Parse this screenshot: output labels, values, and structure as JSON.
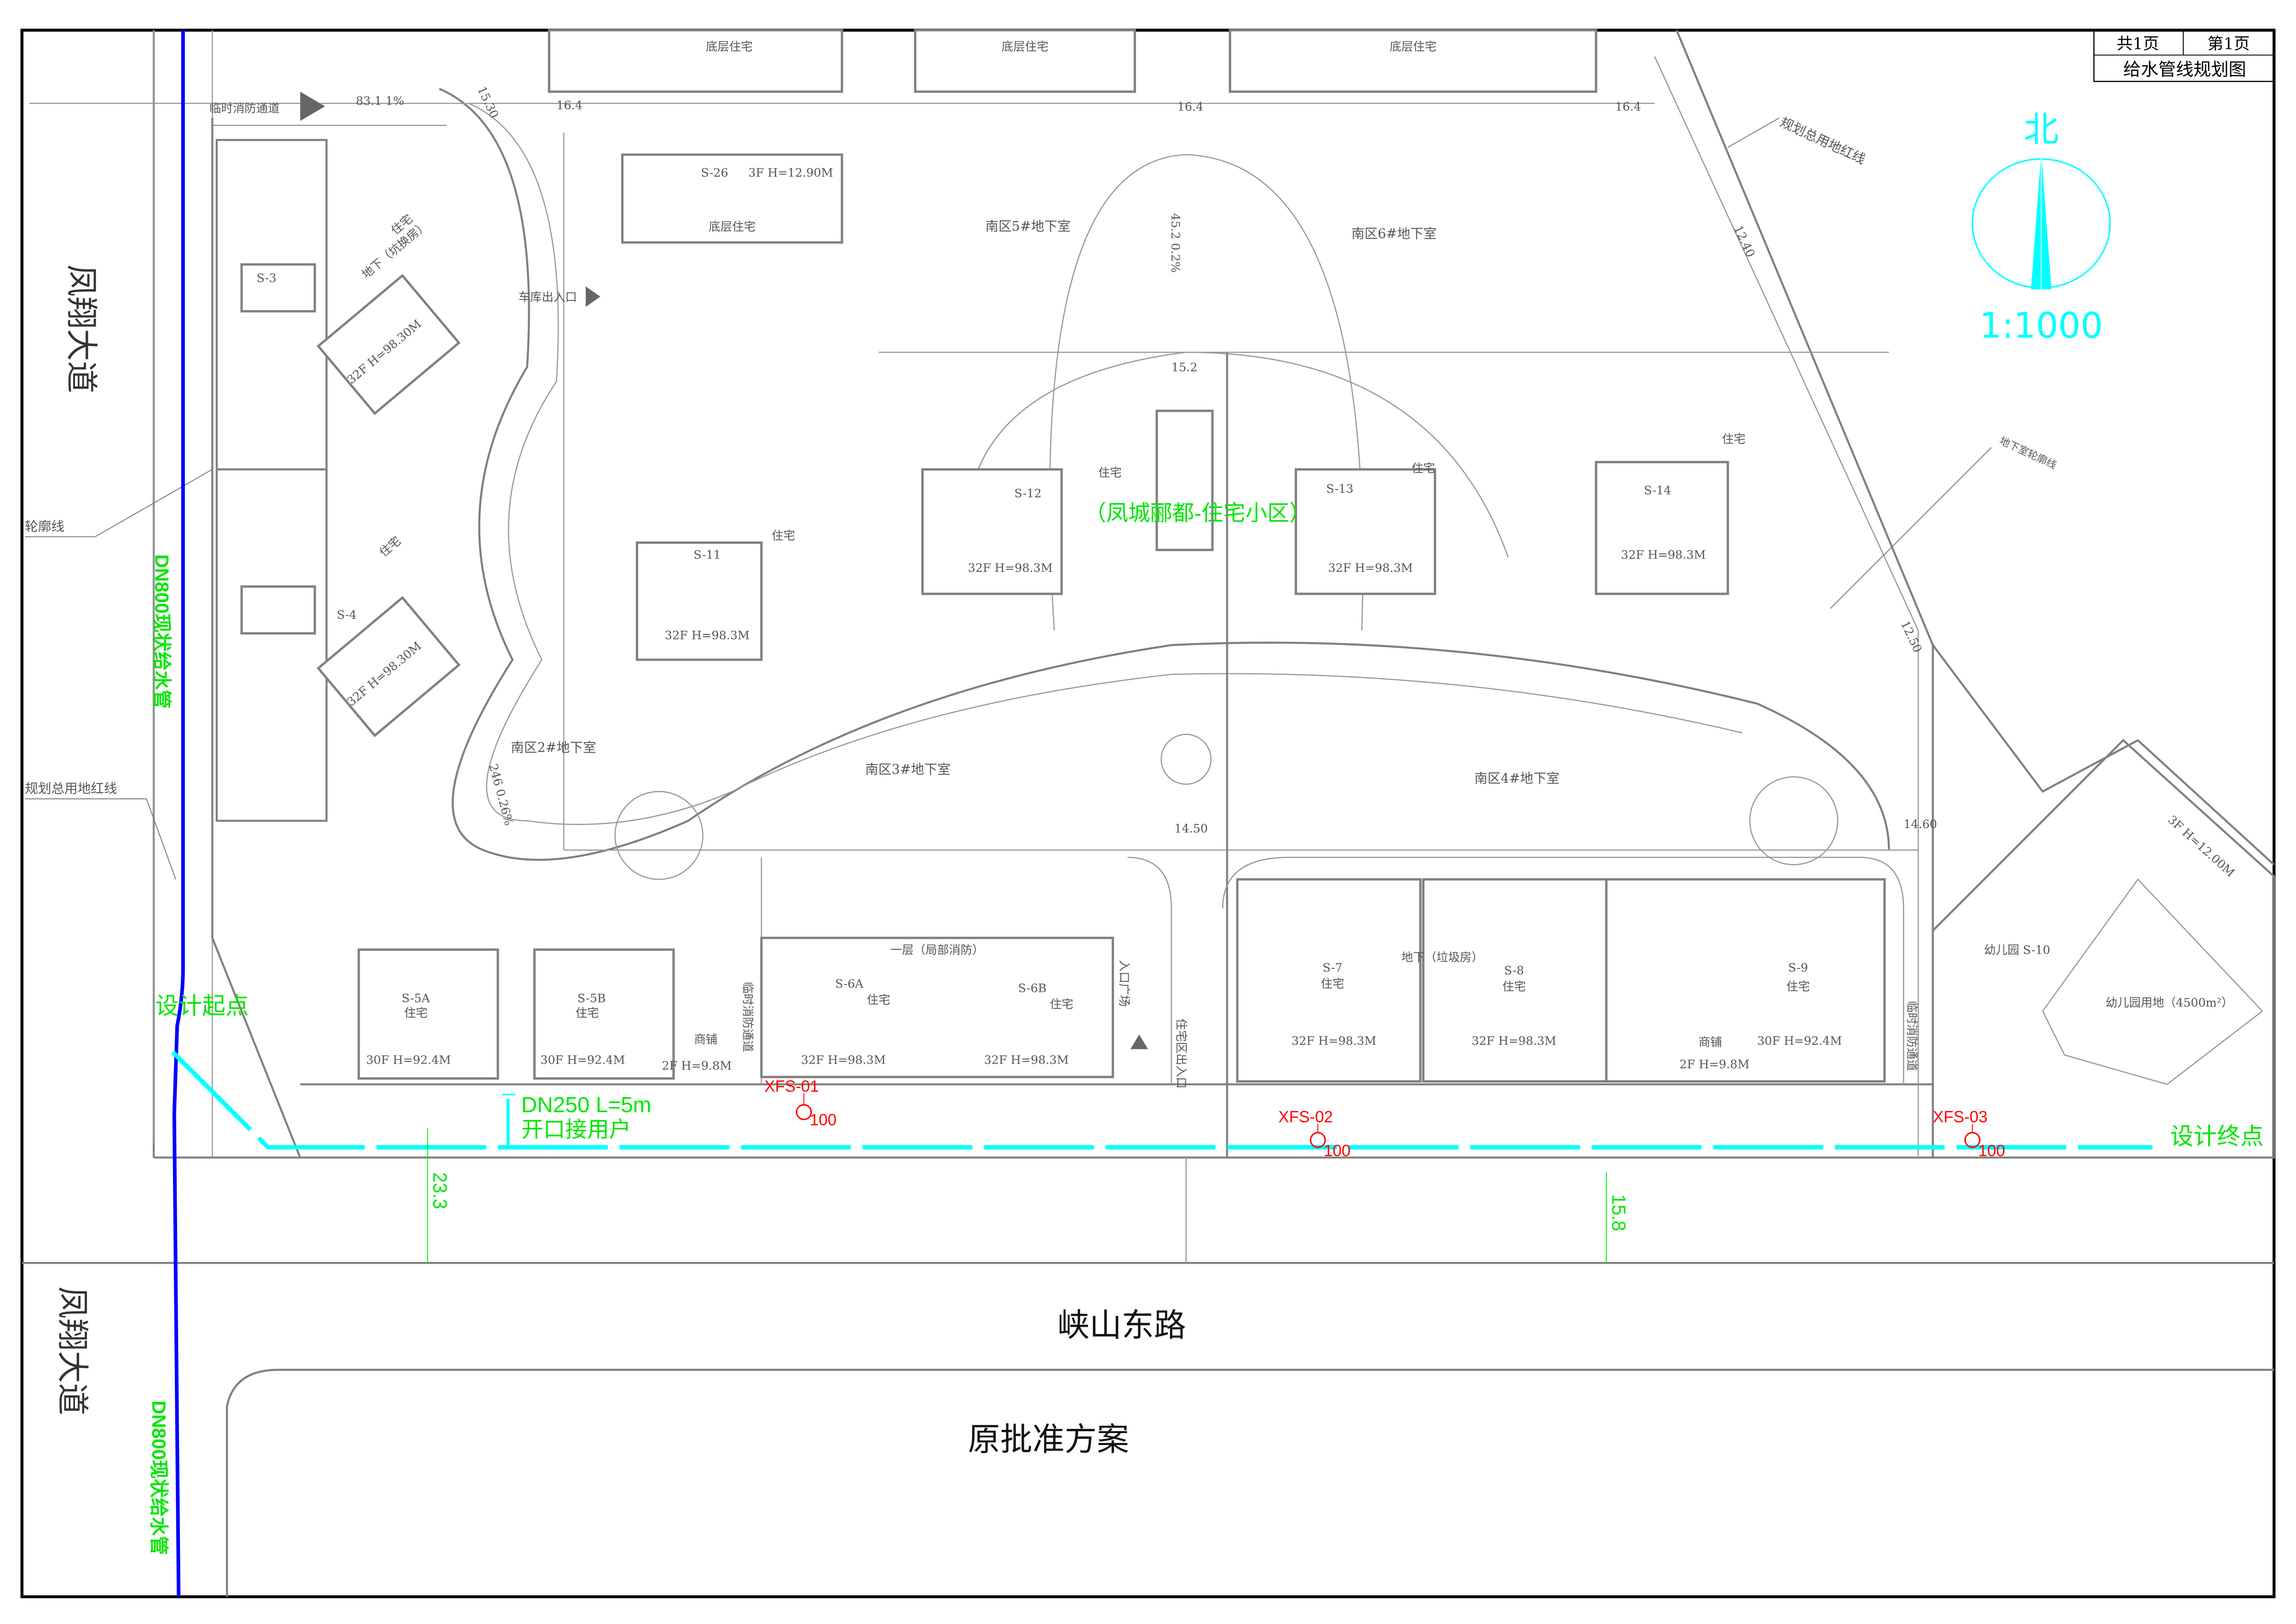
{
  "title_block": {
    "total_pages": "共1页",
    "page": "第1页",
    "drawing_title": "给水管线规划图"
  },
  "north": {
    "label": "北",
    "scale": "1:1000"
  },
  "colors": {
    "existing_main": "#0000ff",
    "design_pipe": "#00ffff",
    "hydrant": "#ff0000",
    "annotation": "#00e600",
    "base": "#808080"
  },
  "roads": {
    "west_top": "凤翔大道",
    "west_bottom": "凤翔大道",
    "south": "峡山东路"
  },
  "approved_plan_label": "原批准方案",
  "lines": {
    "red_line_left": "规划总用地红线",
    "red_line_right": "规划总用地红线",
    "outline": "轮廓线",
    "basement_outline": "地下室轮廓线"
  },
  "pipe": {
    "existing_main_top": "DN800现状给水管",
    "existing_main_bottom": "DN800现状给水管",
    "start": "设计起点",
    "end": "设计终点",
    "branch_size": "DN250 L=5m",
    "branch_note": "开口接用户",
    "dim_left": "23.3",
    "dim_right": "15.8"
  },
  "hydrants": [
    {
      "id": "XFS-01",
      "size": "100"
    },
    {
      "id": "XFS-02",
      "size": "100"
    },
    {
      "id": "XFS-03",
      "size": "100"
    }
  ],
  "community_name": "（凤城郦都-住宅小区）",
  "basements": [
    "南区2#地下室",
    "南区3#地下室",
    "南区4#地下室",
    "南区5#地下室",
    "南区6#地下室"
  ],
  "buildings": {
    "s3": "S-3",
    "s3_use": "住宅",
    "s3_under": "地下（坑换房）",
    "s3_h": "32F H=98.30M",
    "s4": "S-4",
    "s4_use": "住宅",
    "s4_h": "32F H=98.30M",
    "s5a": "S-5A",
    "s5a_use": "住宅",
    "s5a_h": "30F H=92.4M",
    "s5b": "S-5B",
    "s5b_use": "住宅",
    "s5b_h": "30F H=92.4M",
    "shop1": "商铺",
    "shop1_h": "2F H=9.8M",
    "s6a": "S-6A",
    "s6a_use": "住宅",
    "s6a_h": "32F H=98.3M",
    "s6b": "S-6B",
    "s6b_use": "住宅",
    "s6b_h": "32F H=98.3M",
    "s6_ground": "一层（局部消防）",
    "s7": "S-7",
    "s7_use": "住宅",
    "s7_h": "32F H=98.3M",
    "s8": "S-8",
    "s8_use": "住宅",
    "s8_h": "32F H=98.3M",
    "s8_under": "地下（垃圾房）",
    "s9": "S-9",
    "s9_use": "住宅",
    "s9_h": "30F H=92.4M",
    "shop2": "商铺",
    "shop2_h": "2F H=9.8M",
    "s10": "幼儿园  S-10",
    "kg_site": "幼儿园用地（4500m²）",
    "kg_h": "3F H=12.00M",
    "s11": "S-11",
    "s11_use": "住宅",
    "s11_h": "32F H=98.3M",
    "s12": "S-12",
    "s12_use": "住宅",
    "s12_h": "32F H=98.3M",
    "s13": "S-13",
    "s13_use": "住宅",
    "s13_h": "32F H=98.3M",
    "s14": "S-14",
    "s14_use": "住宅",
    "s14_h": "32F H=98.3M",
    "s26": "S-26",
    "s26_h": "3F H=12.90M",
    "lowrise": "底层住宅"
  },
  "access": {
    "fire_lane_top": "临时消防通道",
    "garage": "车库出入口",
    "fire_lane_1": "临时消防通道",
    "fire_lane_2": "临时消防通道",
    "res_entry": "住宅区出入口",
    "shop_entry": "入口广场"
  },
  "levels": [
    "16.4",
    "16.4",
    "16.4",
    "15.2",
    "14.50",
    "14.60",
    "12.40",
    "12.50",
    "15.30"
  ],
  "slopes": {
    "top": "83.1 1%",
    "left": "246 0.26%",
    "mid": "45.2 0.2%"
  }
}
